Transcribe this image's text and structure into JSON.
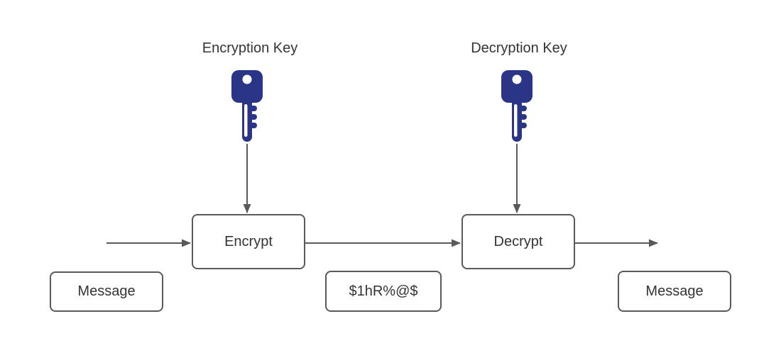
{
  "diagram": {
    "labels": {
      "encryption_key": "Encryption Key",
      "decryption_key": "Decryption Key"
    },
    "boxes": {
      "encrypt": "Encrypt",
      "decrypt": "Decrypt",
      "message_in": "Message",
      "ciphertext": "$1hR%@$",
      "message_out": "Message"
    },
    "icons": {
      "encryption_key_icon": "key-icon",
      "decryption_key_icon": "key-icon"
    },
    "colors": {
      "key_fill": "#2b3587",
      "arrow": "#595959",
      "box_border": "#595959",
      "text": "#333333",
      "background": "#ffffff"
    }
  }
}
